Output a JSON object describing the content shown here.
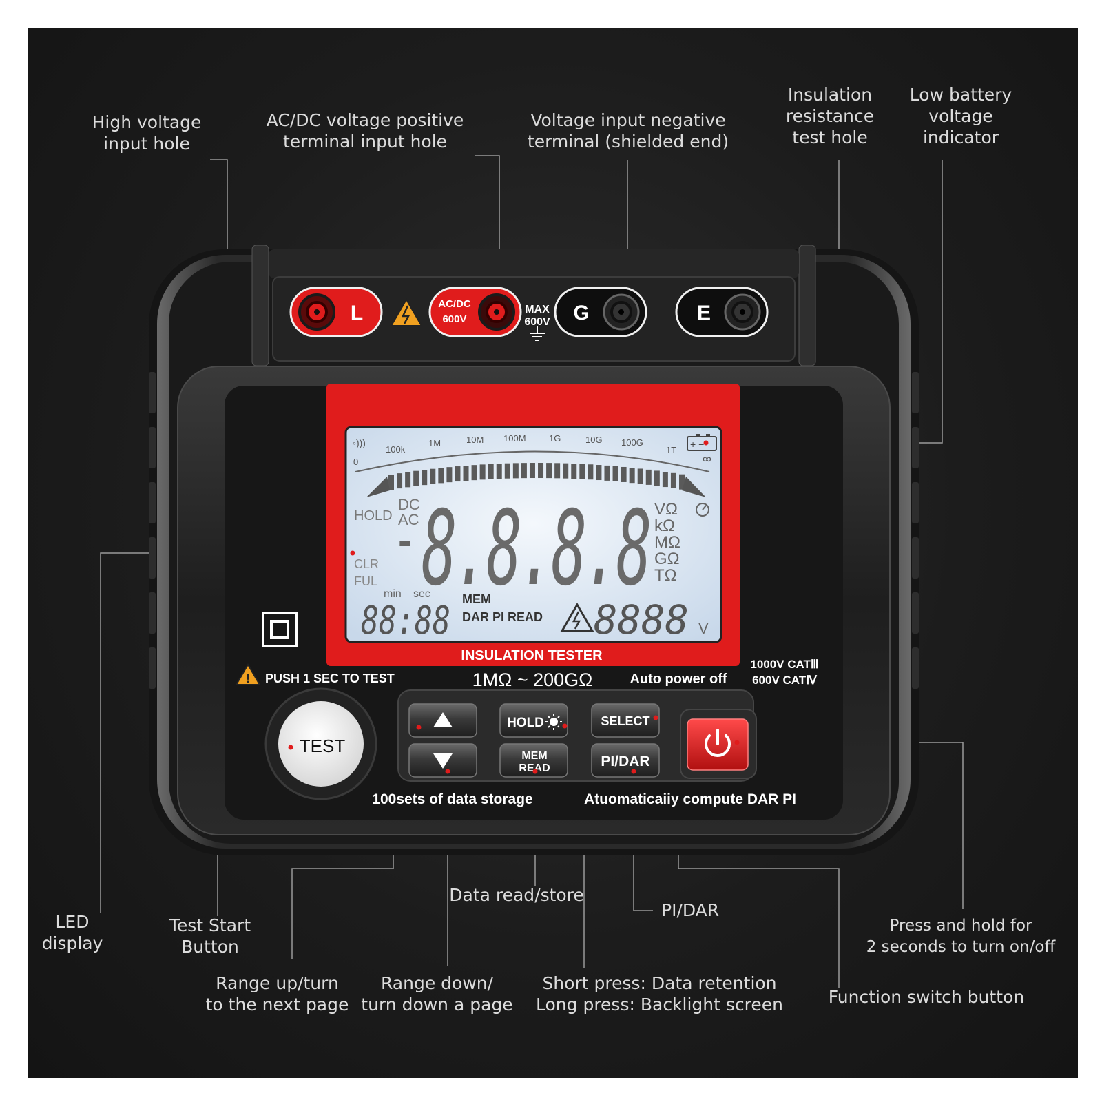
{
  "callouts": {
    "high_voltage": [
      "High voltage",
      "input hole"
    ],
    "acdc_positive": [
      "AC/DC voltage positive",
      "terminal input hole"
    ],
    "voltage_negative": [
      "Voltage input negative",
      "terminal (shielded end)"
    ],
    "insulation_hole": [
      "Insulation",
      "resistance",
      "test hole"
    ],
    "low_battery": [
      "Low battery",
      "voltage",
      "indicator"
    ],
    "led_display": [
      "LED",
      "display"
    ],
    "test_start": [
      "Test Start",
      "Button"
    ],
    "range_up": [
      "Range up/turn",
      "to the next page"
    ],
    "range_down": [
      "Range down/",
      "turn down a page"
    ],
    "data_read": "Data read/store",
    "short_press": [
      "Short press: Data retention",
      "Long press: Backlight screen"
    ],
    "pi_dar": "PI/DAR",
    "function_switch": "Function switch button",
    "power_hold": [
      "Press and hold for",
      "2 seconds to turn on/off"
    ]
  },
  "terminals": {
    "l": "L",
    "acdc": [
      "AC/DC",
      "600V"
    ],
    "max": [
      "MAX",
      "600V"
    ],
    "g": "G",
    "e": "E"
  },
  "lcd": {
    "scale": [
      "0",
      "100k",
      "1M",
      "10M",
      "100M",
      "1G",
      "10G",
      "100G",
      "1T",
      "∞"
    ],
    "hold": "HOLD",
    "dc": "DC",
    "ac": "AC",
    "minus": "-",
    "main_digits": "8.8.8.8",
    "units": [
      "VΩ",
      "kΩ",
      "MΩ",
      "GΩ",
      "TΩ"
    ],
    "clr": "CLR",
    "ful": "FUL",
    "min": "min",
    "sec": "sec",
    "timer": "88:88",
    "mem": "MEM",
    "dar_pi_read": "DAR PI READ",
    "voltage_digits": "8888",
    "v": "V"
  },
  "panel": {
    "insulation_tester": "INSULATION TESTER",
    "push_test": "PUSH 1 SEC TO TEST",
    "range": "1MΩ ~ 200GΩ",
    "auto_power_off": "Auto power off",
    "cat1": "1000V CATⅢ",
    "cat2": "600V CATⅣ",
    "data_storage": "100sets of data storage",
    "auto_compute": "Atuomaticaiiy compute DAR PI"
  },
  "buttons": {
    "test": "TEST",
    "hold": "HOLD",
    "select": "SELECT",
    "mem_read": [
      "MEM",
      "READ"
    ],
    "pi_dar": "PI/DAR"
  },
  "colors": {
    "accent_red": "#e01c1c",
    "lcd_bg": "#dce8f5",
    "body": "#1e1e1e"
  }
}
